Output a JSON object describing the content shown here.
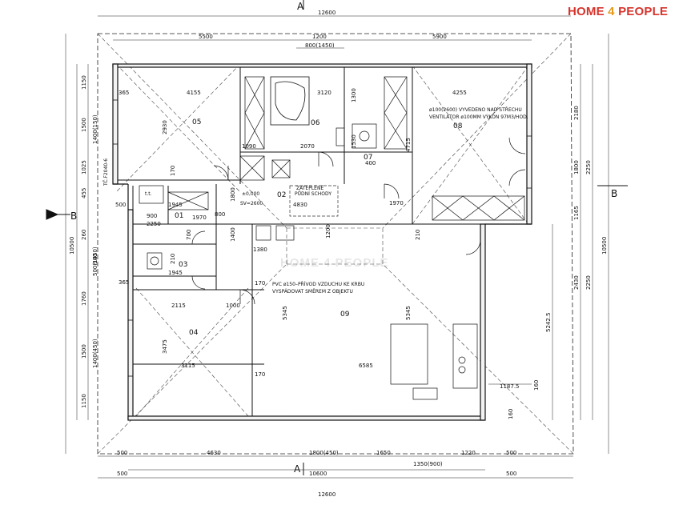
{
  "logo": {
    "text_a": "HOME ",
    "text_b": "4",
    "text_c": " PEOPLE",
    "color": "#d6342c",
    "accent": "#e39a1a"
  },
  "watermark": "HOME 4 PEOPLE",
  "sections": {
    "a_top": "A",
    "a_bottom": "A",
    "b_left": "B",
    "b_right": "B"
  },
  "rooms": {
    "r01": "01",
    "r02": "02",
    "r03": "03",
    "r04": "04",
    "r05": "05",
    "r06": "06",
    "r07": "07",
    "r08": "08",
    "r09": "09"
  },
  "dims_top": {
    "total": "12600",
    "left": "5500",
    "mid": "1200",
    "right": "5900",
    "sub": "800(1450)"
  },
  "dims_bottom": {
    "a": "500",
    "b": "4630",
    "c": "1800(450)",
    "d": "1650",
    "e": "1220",
    "f": "500",
    "g": "1350(900)",
    "inner": "10600",
    "outer_a": "500",
    "outer_b": "500",
    "total": "12600"
  },
  "dims_left": {
    "a": "1150",
    "b": "1500",
    "c": "1400(150)",
    "d": "1025",
    "e": "455",
    "f": "260",
    "g": "900",
    "h": "1760",
    "i": "1500",
    "j": "1400(450)",
    "k": "1150",
    "l": "500(1450)",
    "total": "10500"
  },
  "dims_right": {
    "a": "2180",
    "b": "1800",
    "c": "2250",
    "d": "1165",
    "e": "2430",
    "f": "2250",
    "g": "10500",
    "h": "5242.5",
    "i": "1187.5",
    "j": "160",
    "k": "160"
  },
  "interior_dims": {
    "d4155": "4155",
    "d3120": "3120",
    "d4255": "4255",
    "d2930": "2930",
    "d1090": "1090",
    "d2070": "2070",
    "d4715": "4715",
    "d1945a": "1945",
    "d1945b": "1945",
    "d1970a": "1970",
    "d1970b": "1970",
    "d2115": "2115",
    "d1000": "1000",
    "d3475": "3475",
    "d5345a": "5345",
    "d5345b": "5345",
    "d3115": "3115",
    "d6585": "6585",
    "d4830": "4830",
    "d2250": "2250",
    "d900": "900",
    "d1200": "1200",
    "d1300": "1300",
    "d1530": "1530",
    "d1380": "1380",
    "d210a": "210",
    "d210b": "210",
    "d170a": "170",
    "d170b": "170",
    "d170c": "170",
    "d365a": "365",
    "d365b": "365",
    "d500": "500",
    "d800": "800",
    "d700": "700",
    "d400": "400",
    "d1800": "1800",
    "d1400": "1400"
  },
  "labels": {
    "lvl": "±0,000",
    "sv": "SV=2600",
    "tc": "TČ.F2040-6",
    "attic1": "ZATEPLENÉ",
    "attic2": "PŮDNÍ SCHODY",
    "tt": "t.t."
  },
  "notes": {
    "vent1": "ø100(2600) VYVEDENO NAD STŘECHU",
    "vent2": "VENTILÁTOR ø100MM VÝKON 97M3/HOD.",
    "krb1": "PVC ø150–PŘÍVOD VZDUCHU KE KRBU",
    "krb2": "VYSPÁDOVAT SMĚREM Z OBJEKTU"
  }
}
